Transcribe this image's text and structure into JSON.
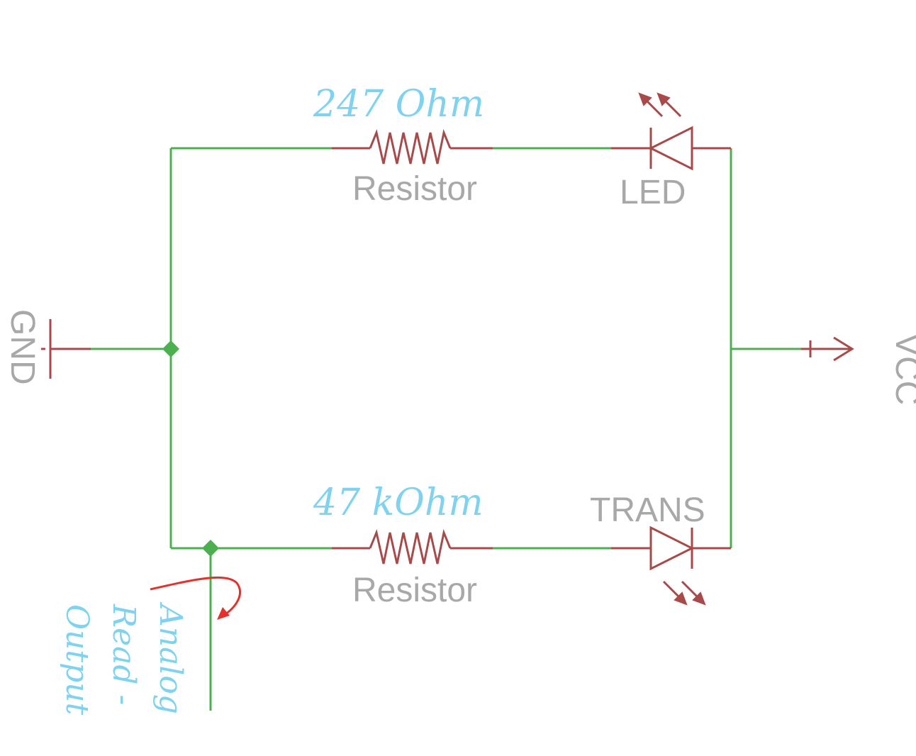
{
  "labels": {
    "r1_value": "247 Ohm",
    "r1_name": "Resistor",
    "led_name": "LED",
    "r2_value": "47 kOhm",
    "r2_name": "Resistor",
    "trans_name": "TRANS",
    "gnd": "GND",
    "vcc": "VCC",
    "output_line1": "Analog",
    "output_line2": "Read -",
    "output_line3": "Output"
  },
  "colors": {
    "wire": "#4caf50",
    "component": "#a94a4a",
    "value_text": "#7fd3f0",
    "name_text": "#a8a8a8",
    "annotation_arrow": "#e8302a"
  }
}
